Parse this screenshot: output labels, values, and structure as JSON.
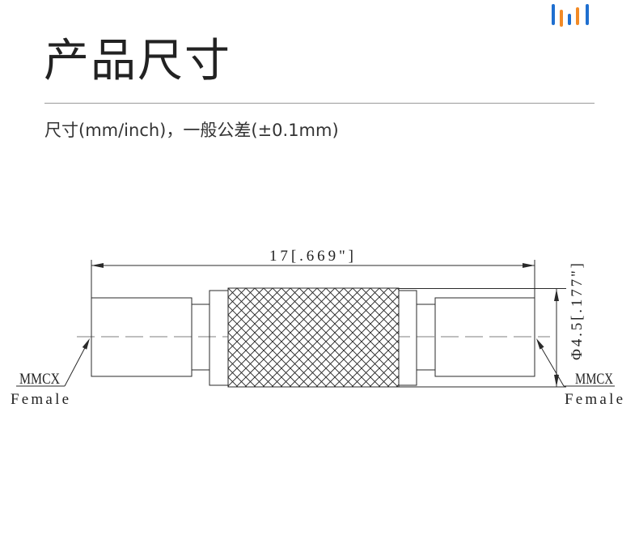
{
  "header": {
    "logo": {
      "icon": "sound-bars-logo-icon",
      "colors": {
        "blue": "#1f6fd0",
        "orange": "#f28a25"
      }
    },
    "title": "产品尺寸",
    "subtitle": "尺寸(mm/inch)，一般公差(±0.1mm)"
  },
  "drawing": {
    "length_label": "17[.669\"]",
    "diameter_label": "Φ4.5[.177\"]",
    "left_connector": {
      "type": "MMCX",
      "gender": "Female"
    },
    "right_connector": {
      "type": "MMCX",
      "gender": "Female"
    },
    "colors": {
      "line": "#2a2a2a"
    }
  }
}
